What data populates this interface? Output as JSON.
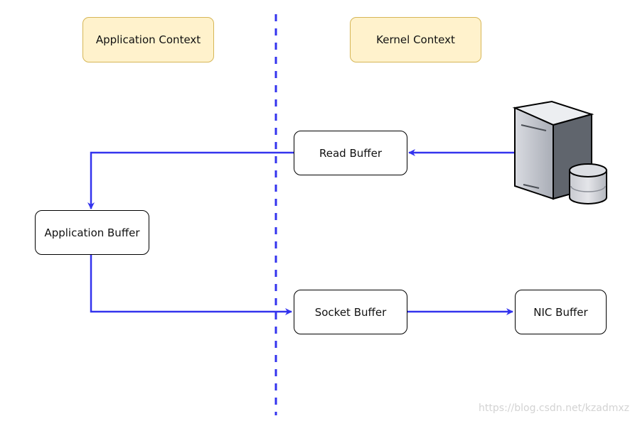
{
  "contexts": {
    "application": "Application Context",
    "kernel": "Kernel Context"
  },
  "nodes": {
    "read_buffer": "Read Buffer",
    "application_buffer": "Application Buffer",
    "socket_buffer": "Socket Buffer",
    "nic_buffer": "NIC Buffer"
  },
  "icons": {
    "source": "server-disk-icon"
  },
  "colors": {
    "arrow": "#3333ee",
    "divider": "#3333ee",
    "context_fill": "#fff2cc",
    "context_border": "#d6b656"
  },
  "watermark": "https://blog.csdn.net/kzadmxz"
}
